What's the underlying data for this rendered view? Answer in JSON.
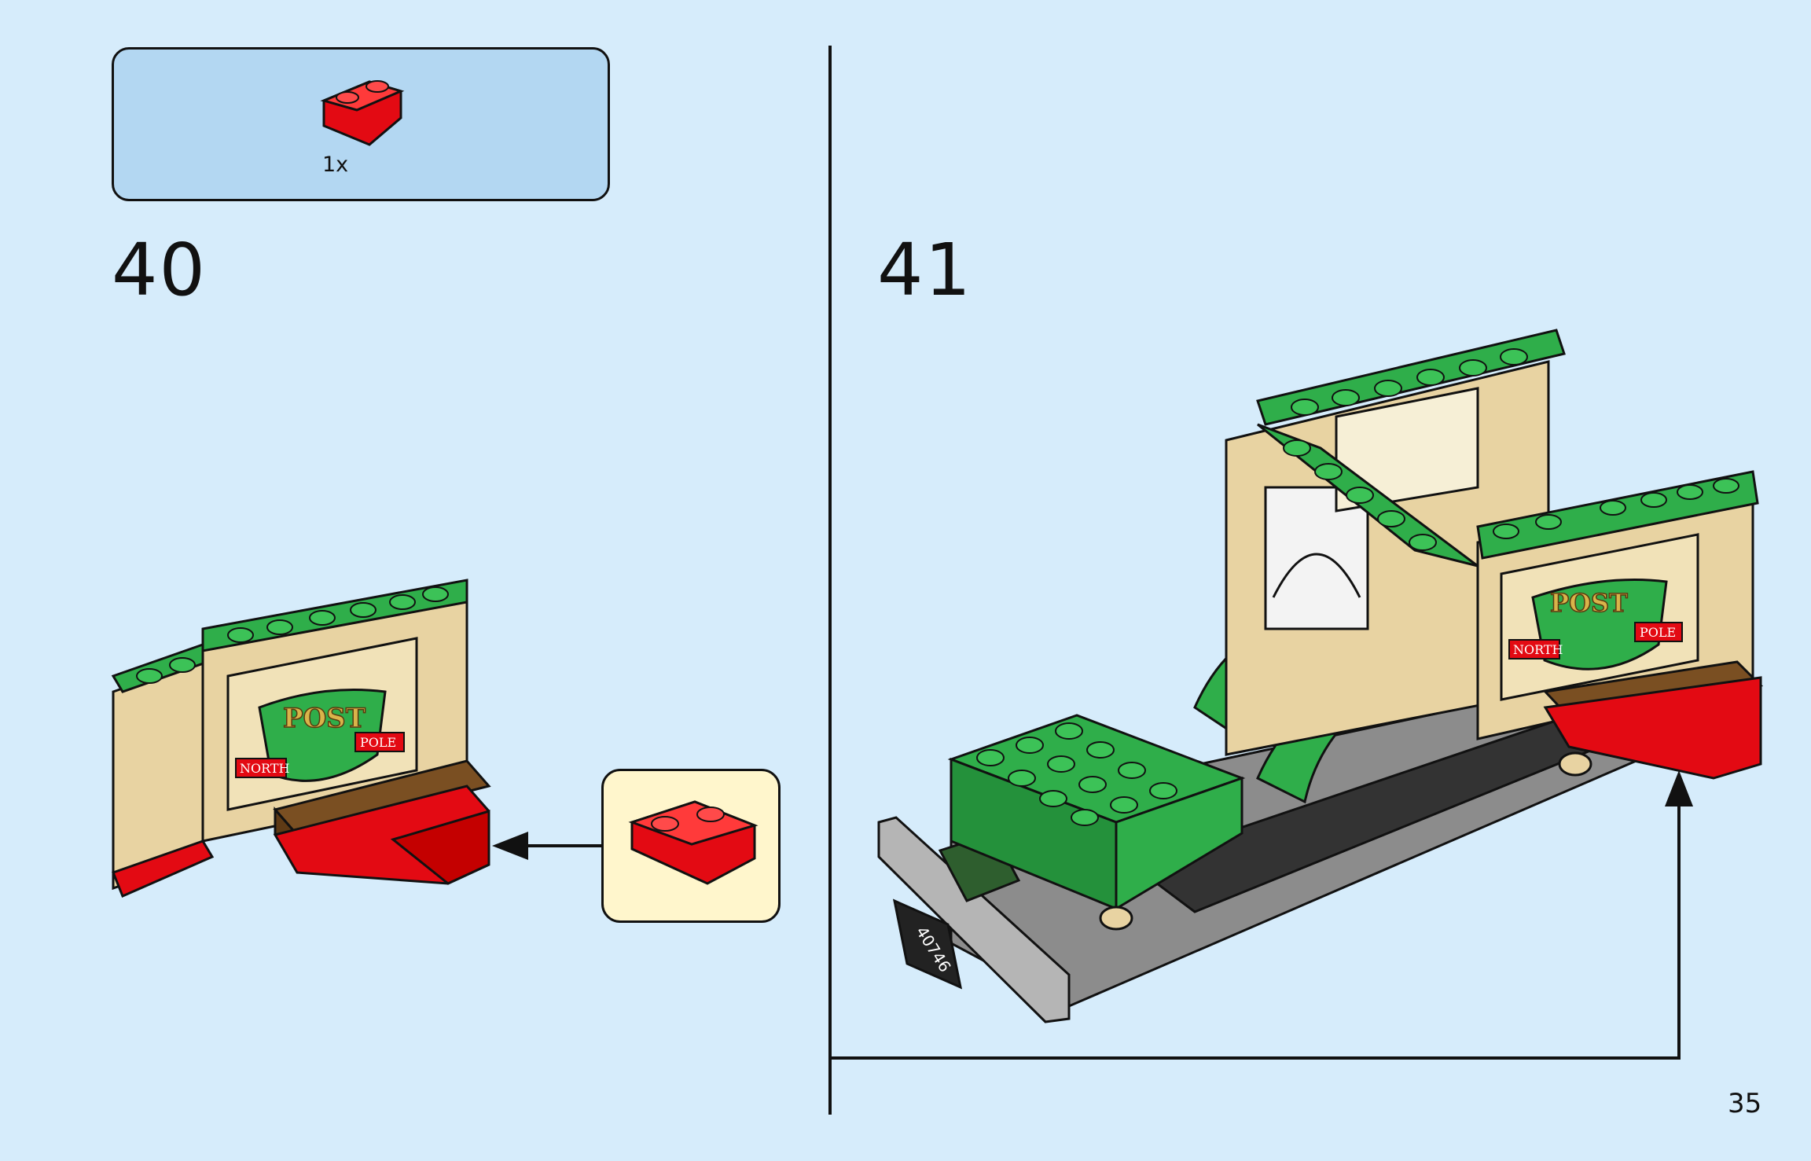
{
  "parts_needed": {
    "quantity_label": "1x"
  },
  "steps": [
    {
      "number": "40"
    },
    {
      "number": "41"
    }
  ],
  "page_number": "35",
  "prints": {
    "sign_title": "POST",
    "sign_left": "NORTH",
    "sign_right": "POLE",
    "license_plate": "40746"
  },
  "colors": {
    "background": "#d6ecfb",
    "parts_box": "#b3d7f2",
    "callout": "#fff6cc",
    "brick_red": "#e30a13",
    "brick_green": "#2fae4a",
    "brick_tan": "#e8d3a2",
    "brick_brown": "#7a4f22",
    "brick_gray": "#9a9a9a"
  }
}
